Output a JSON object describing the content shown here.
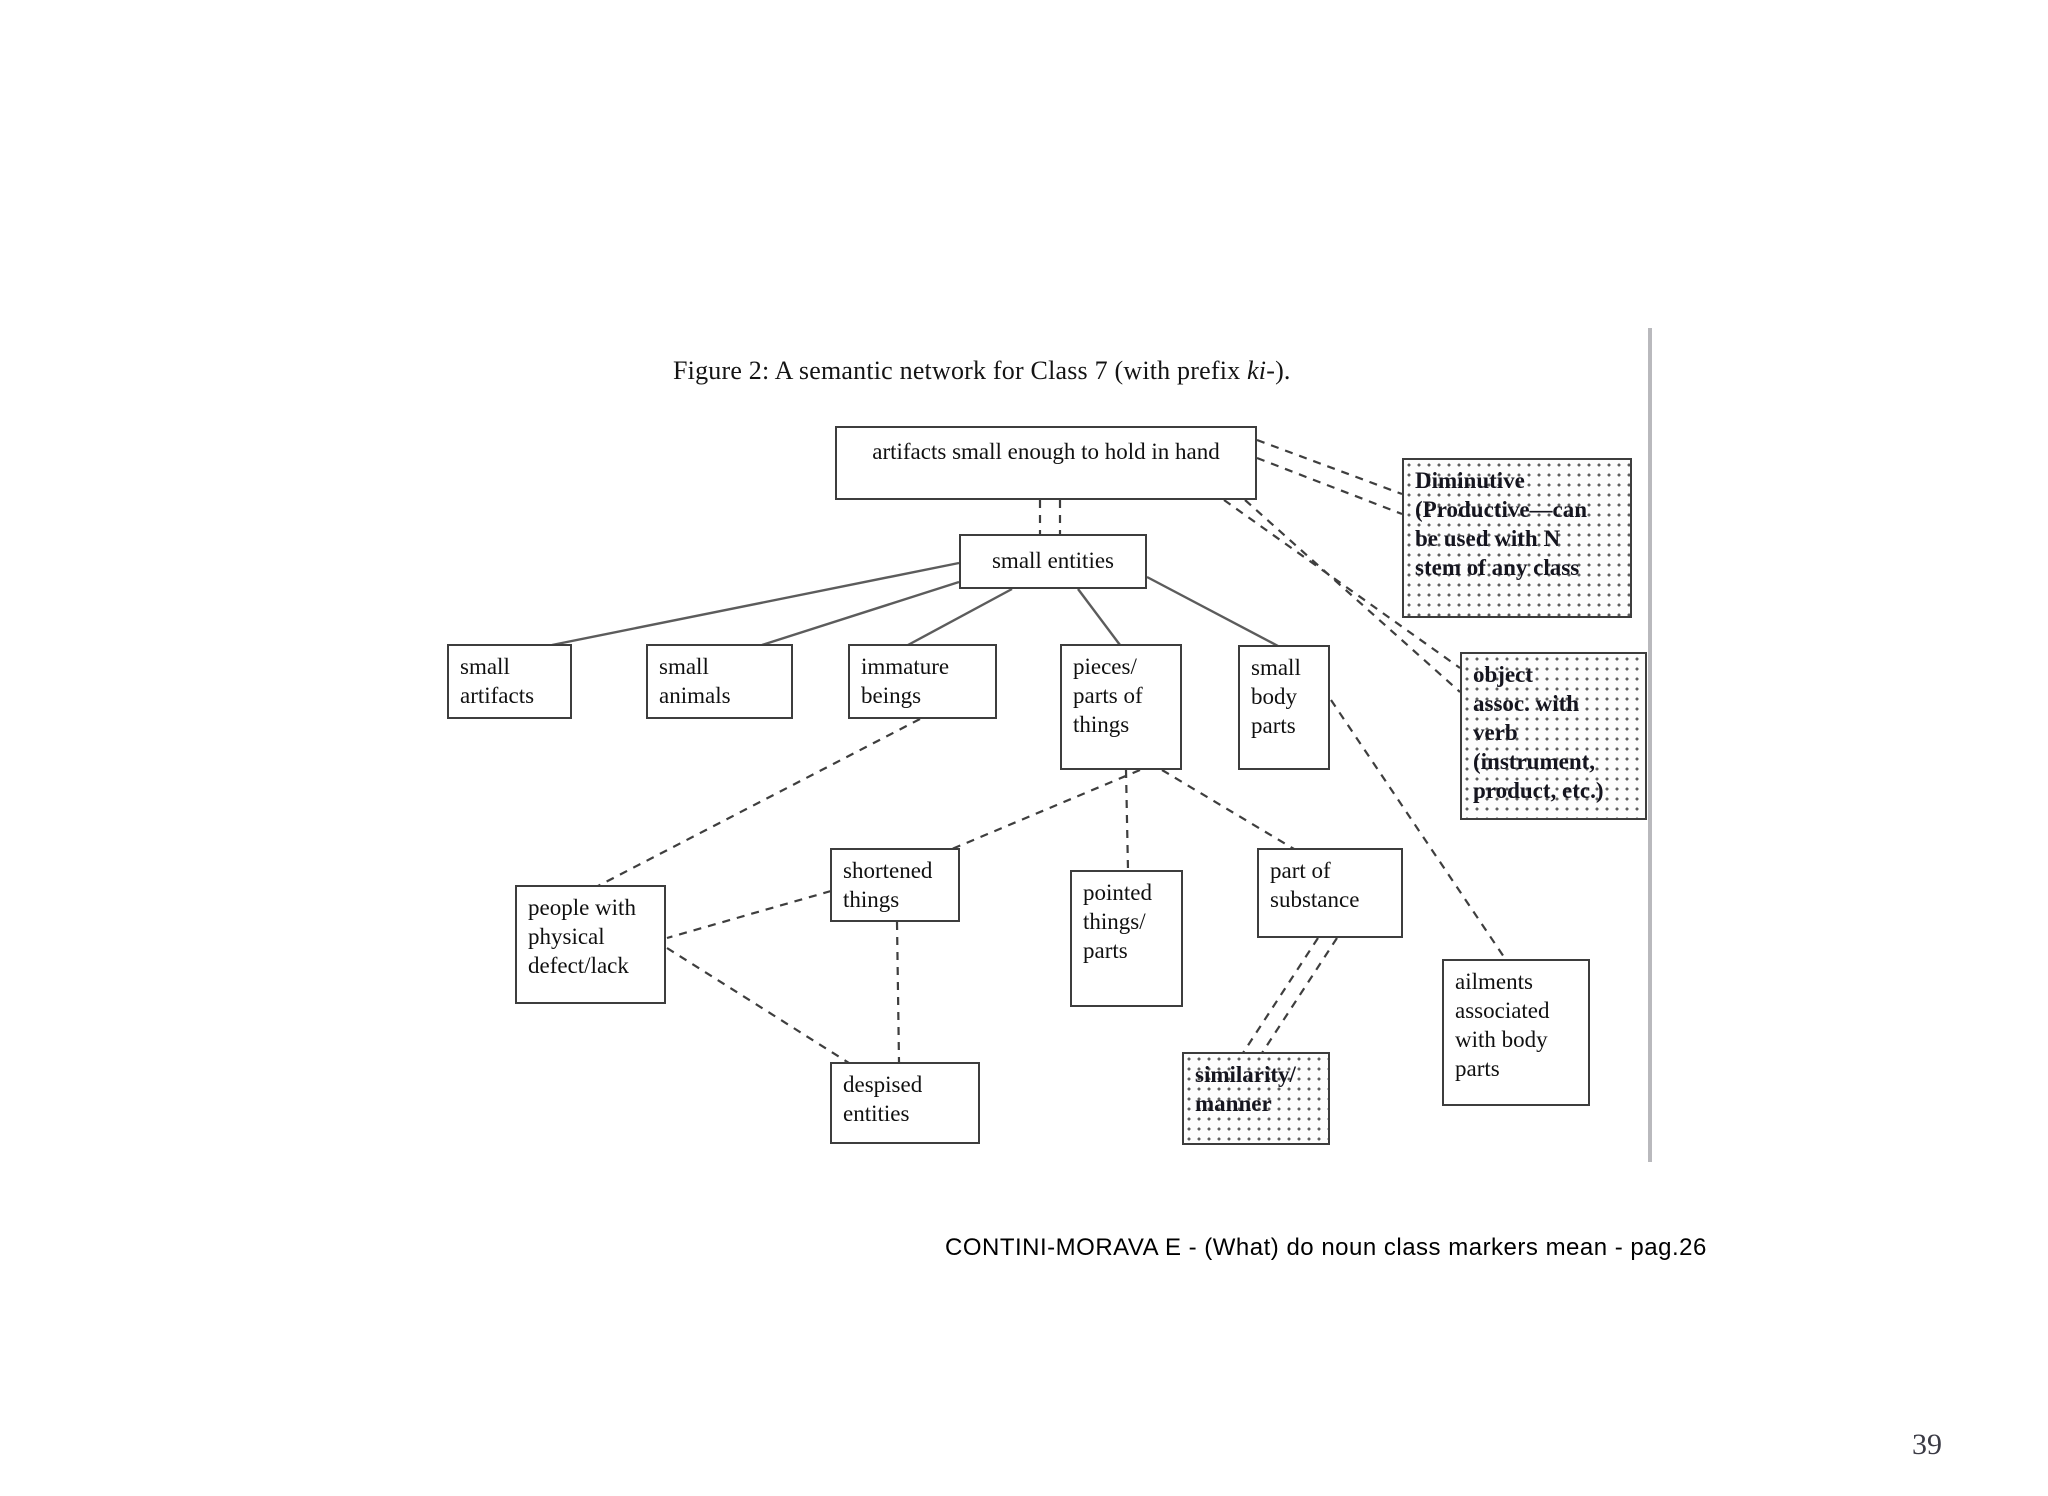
{
  "figure": {
    "title": {
      "prefix": "Figure 2:  A semantic network for Class 7 (with prefix ",
      "italic": "ki-",
      "suffix": ")."
    }
  },
  "diagram": {
    "nodes": [
      {
        "id": "artifacts-small-enough",
        "label": "artifacts small enough to hold in hand",
        "shaded": false
      },
      {
        "id": "small-entities",
        "label": "small entities",
        "shaded": false
      },
      {
        "id": "small-artifacts",
        "label": "small\nartifacts",
        "shaded": false
      },
      {
        "id": "small-animals",
        "label": "small\nanimals",
        "shaded": false
      },
      {
        "id": "immature-beings",
        "label": "immature\nbeings",
        "shaded": false
      },
      {
        "id": "pieces-parts-things",
        "label": "pieces/\nparts of\nthings",
        "shaded": false
      },
      {
        "id": "small-body-parts",
        "label": "small\nbody\nparts",
        "shaded": false
      },
      {
        "id": "diminutive",
        "label": "Diminutive\n(Productive—can\nbe used with N\nstem of any class",
        "shaded": true
      },
      {
        "id": "object-assoc-verb",
        "label": "object\nassoc. with\nverb\n(instrument,\nproduct, etc.)",
        "shaded": true
      },
      {
        "id": "shortened-things",
        "label": "shortened\nthings",
        "shaded": false
      },
      {
        "id": "pointed-things-parts",
        "label": "pointed\nthings/\nparts",
        "shaded": false
      },
      {
        "id": "part-of-substance",
        "label": "part of\nsubstance",
        "shaded": false
      },
      {
        "id": "people-physical-defect",
        "label": "people with\nphysical\ndefect/lack",
        "shaded": false
      },
      {
        "id": "despised-entities",
        "label": "despised\nentities",
        "shaded": false
      },
      {
        "id": "similarity-manner",
        "label": "similarity/\nmanner",
        "shaded": true
      },
      {
        "id": "ailments-body-parts",
        "label": "ailments\nassociated\nwith body\nparts",
        "shaded": false
      }
    ],
    "edges": [
      {
        "from": "artifacts-small-enough",
        "to": "small-entities",
        "style": "dashed",
        "double": true
      },
      {
        "from": "artifacts-small-enough",
        "to": "diminutive",
        "style": "dashed",
        "double": true
      },
      {
        "from": "artifacts-small-enough",
        "to": "object-assoc-verb",
        "style": "dashed",
        "double": true
      },
      {
        "from": "small-entities",
        "to": "small-artifacts",
        "style": "solid",
        "double": false
      },
      {
        "from": "small-entities",
        "to": "small-animals",
        "style": "solid",
        "double": false
      },
      {
        "from": "small-entities",
        "to": "immature-beings",
        "style": "solid",
        "double": false
      },
      {
        "from": "small-entities",
        "to": "pieces-parts-things",
        "style": "solid",
        "double": false
      },
      {
        "from": "small-entities",
        "to": "small-body-parts",
        "style": "solid",
        "double": false
      },
      {
        "from": "immature-beings",
        "to": "people-physical-defect",
        "style": "dashed",
        "double": false
      },
      {
        "from": "pieces-parts-things",
        "to": "shortened-things",
        "style": "dashed",
        "double": false
      },
      {
        "from": "pieces-parts-things",
        "to": "pointed-things-parts",
        "style": "dashed",
        "double": false
      },
      {
        "from": "pieces-parts-things",
        "to": "part-of-substance",
        "style": "dashed",
        "double": false
      },
      {
        "from": "small-body-parts",
        "to": "ailments-body-parts",
        "style": "dashed",
        "double": false
      },
      {
        "from": "shortened-things",
        "to": "people-physical-defect",
        "style": "dashed",
        "double": false
      },
      {
        "from": "people-physical-defect",
        "to": "despised-entities",
        "style": "dashed",
        "double": false
      },
      {
        "from": "shortened-things",
        "to": "despised-entities",
        "style": "dashed",
        "double": false
      },
      {
        "from": "part-of-substance",
        "to": "similarity-manner",
        "style": "dashed",
        "double": true
      }
    ]
  },
  "caption": "CONTINI-MORAVA E - (What) do noun class markers mean - pag.26",
  "page_number": "39"
}
